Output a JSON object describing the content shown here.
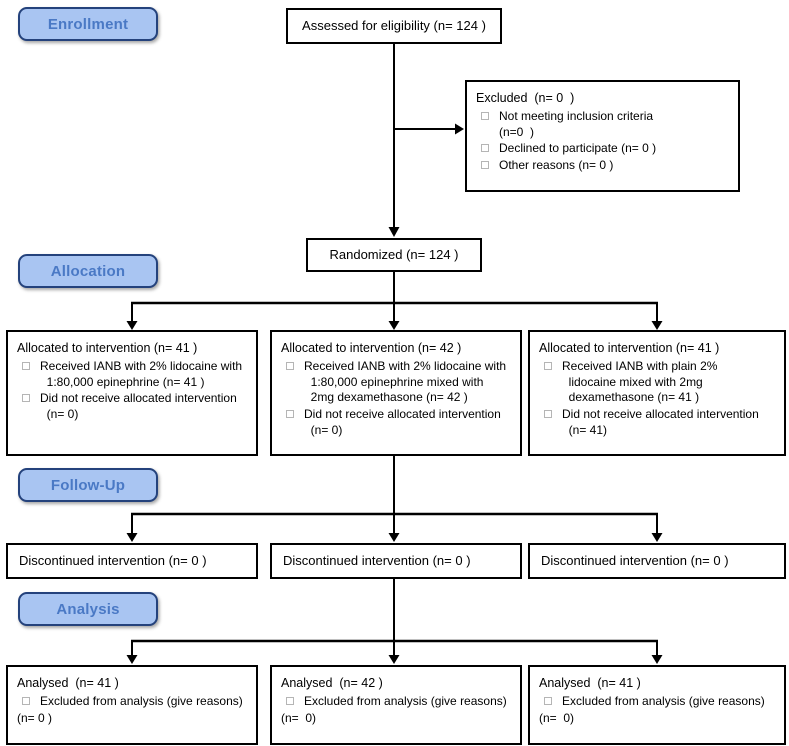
{
  "colors": {
    "stage_fill": "#A9C5F2",
    "stage_border": "#24427C",
    "stage_text": "#4A79C5",
    "box_border": "#000000",
    "line": "#000000",
    "background": "#FFFFFF"
  },
  "stages": {
    "enrollment": "Enrollment",
    "allocation": "Allocation",
    "followup": "Follow-Up",
    "analysis": "Analysis"
  },
  "boxes": {
    "assessed": "Assessed for eligibility (n= 124 )",
    "excluded": {
      "title": "Excluded  (n= 0  )",
      "items": [
        "Not meeting inclusion criteria\n(n=0  )",
        "Declined to participate (n= 0 )",
        "Other reasons (n= 0 )"
      ]
    },
    "randomized": "Randomized (n= 124 )",
    "allocation": [
      {
        "title": "Allocated to intervention (n= 41 )",
        "items": [
          "Received IANB with 2% lidocaine with\n  1:80,000 epinephrine (n= 41 )",
          "Did not receive allocated intervention\n  (n= 0)"
        ]
      },
      {
        "title": "Allocated to intervention (n= 42 )",
        "items": [
          "Received IANB with 2% lidocaine with\n  1:80,000 epinephrine mixed with\n  2mg dexamethasone (n= 42 )",
          "Did not receive allocated intervention\n  (n= 0)"
        ]
      },
      {
        "title": "Allocated to intervention (n= 41 )",
        "items": [
          "Received IANB with plain 2%\n  lidocaine mixed with 2mg\n  dexamethasone (n= 41 )",
          "Did not receive allocated intervention\n  (n= 41)"
        ]
      }
    ],
    "followup": [
      "Discontinued intervention (n= 0 )",
      "Discontinued intervention (n= 0 )",
      "Discontinued intervention (n= 0 )"
    ],
    "analysis": [
      {
        "title": "Analysed  (n= 41 )",
        "item": "Excluded from analysis (give reasons)",
        "note": "(n= 0 )"
      },
      {
        "title": "Analysed  (n= 42 )",
        "item": "Excluded from analysis (give reasons)",
        "note": "(n=  0)"
      },
      {
        "title": "Analysed  (n= 41 )",
        "item": "Excluded from analysis (give reasons)",
        "note": "(n=  0)"
      }
    ]
  }
}
